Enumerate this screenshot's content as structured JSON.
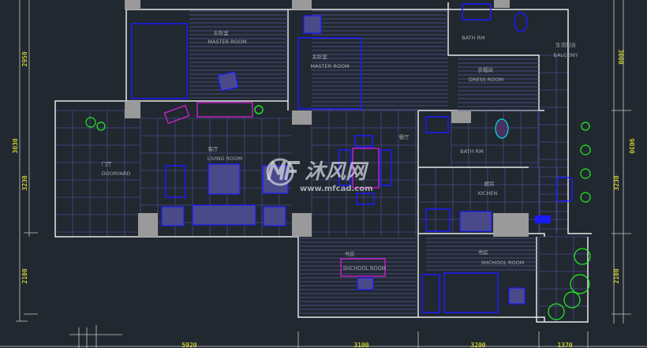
{
  "rooms": {
    "master_room_1": {
      "cn": "主卧室",
      "en": "MASTER ROOM"
    },
    "master_room_2": {
      "cn": "主卧室",
      "en": "MASTER ROOM"
    },
    "bath_rm_1": {
      "en": "BATH RM"
    },
    "bath_rm_2": {
      "en": "BATH RM"
    },
    "dress_room": {
      "cn": "衣帽间",
      "en": "DRESS ROOM"
    },
    "balcony": {
      "cn": "生活阳台",
      "en": "BALCONY"
    },
    "living_room": {
      "cn": "客厅",
      "en": "LIVING ROOM"
    },
    "dooryard": {
      "cn": "门厅",
      "en": "DOORYARD"
    },
    "dining": {
      "cn": "餐厅"
    },
    "kitchen": {
      "cn": "厨房",
      "en": "KICHEN"
    },
    "school_room_1": {
      "cn": "书房",
      "en": "SHCHOOL ROOM"
    },
    "school_room_2": {
      "cn": "书房",
      "en": "SHCHOOL ROOM"
    }
  },
  "dimensions": {
    "left": [
      "2950",
      "3030",
      "3230",
      "2100"
    ],
    "right": [
      "3000",
      "9030",
      "3230",
      "2100"
    ],
    "bottom": [
      "5920",
      "3100",
      "3200",
      "1370"
    ]
  },
  "watermark": {
    "text": "沐风网",
    "url": "www.mfcad.com"
  },
  "colors": {
    "background": "#212830",
    "walls": "#e8e8e8",
    "dimension_text": "#ffff30",
    "furniture": "#1a1aff",
    "accent": "#e020e0",
    "plants": "#22ee22"
  }
}
